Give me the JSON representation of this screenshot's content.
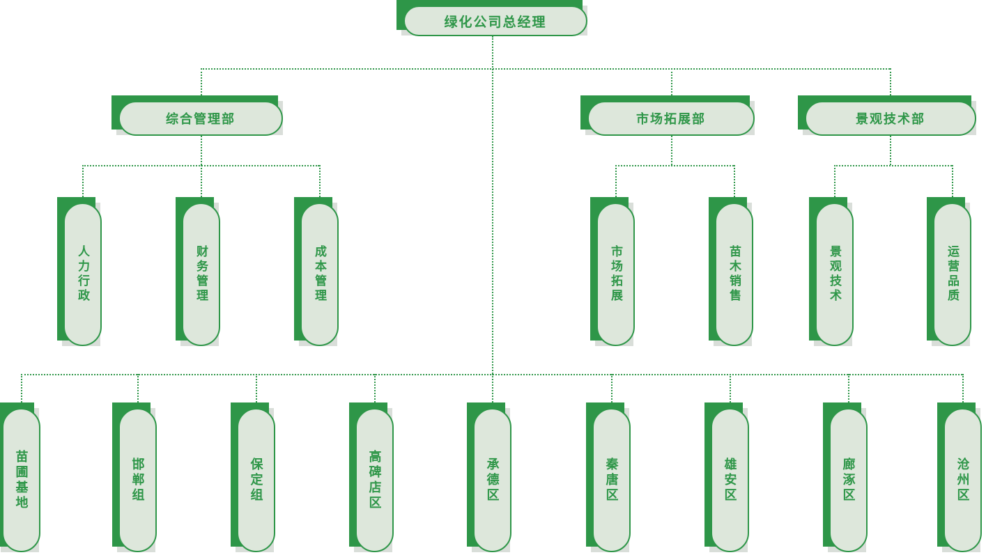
{
  "palette": {
    "green": "#2E9648",
    "light_fill": "#DDE7DB",
    "shadow_gray": "#D9DED9"
  },
  "org": {
    "root": {
      "label": "绿化公司总经理"
    },
    "departments": [
      {
        "label": "综合管理部",
        "children": [
          {
            "label": "人力行政"
          },
          {
            "label": "财务管理"
          },
          {
            "label": "成本管理"
          }
        ]
      },
      {
        "label": "市场拓展部",
        "children": [
          {
            "label": "市场拓展"
          },
          {
            "label": "苗木销售"
          }
        ]
      },
      {
        "label": "景观技术部",
        "children": [
          {
            "label": "景观技术"
          },
          {
            "label": "运营品质"
          }
        ]
      }
    ],
    "regions": [
      {
        "label": "苗圃基地"
      },
      {
        "label": "邯郸组"
      },
      {
        "label": "保定组"
      },
      {
        "label": "高碑店区"
      },
      {
        "label": "承德区"
      },
      {
        "label": "秦唐区"
      },
      {
        "label": "雄安区"
      },
      {
        "label": "廊涿区"
      },
      {
        "label": "沧州区"
      }
    ]
  }
}
